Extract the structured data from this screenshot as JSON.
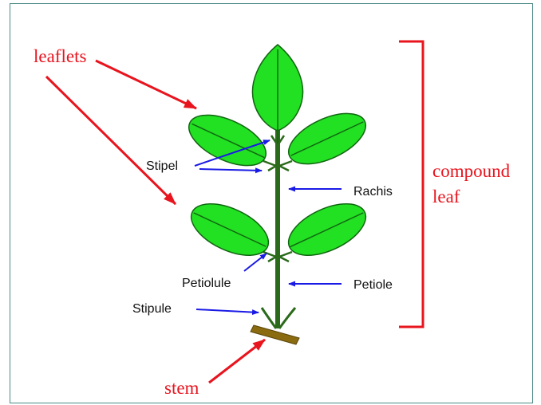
{
  "labels": {
    "leaflets": "leaflets",
    "stipel": "Stipel",
    "rachis": "Rachis",
    "compound": "compound",
    "leaf": "leaf",
    "petiolule": "Petiolule",
    "petiole": "Petiole",
    "stipule": "Stipule",
    "stem": "stem"
  },
  "colors": {
    "leaf_fill": "#22e022",
    "leaf_stroke": "#116611",
    "stem_green": "#2a6a1a",
    "stem_brown": "#8b6b10",
    "red": "#e8141e",
    "blue": "#1a1ae6",
    "frame": "#4a8a84"
  }
}
